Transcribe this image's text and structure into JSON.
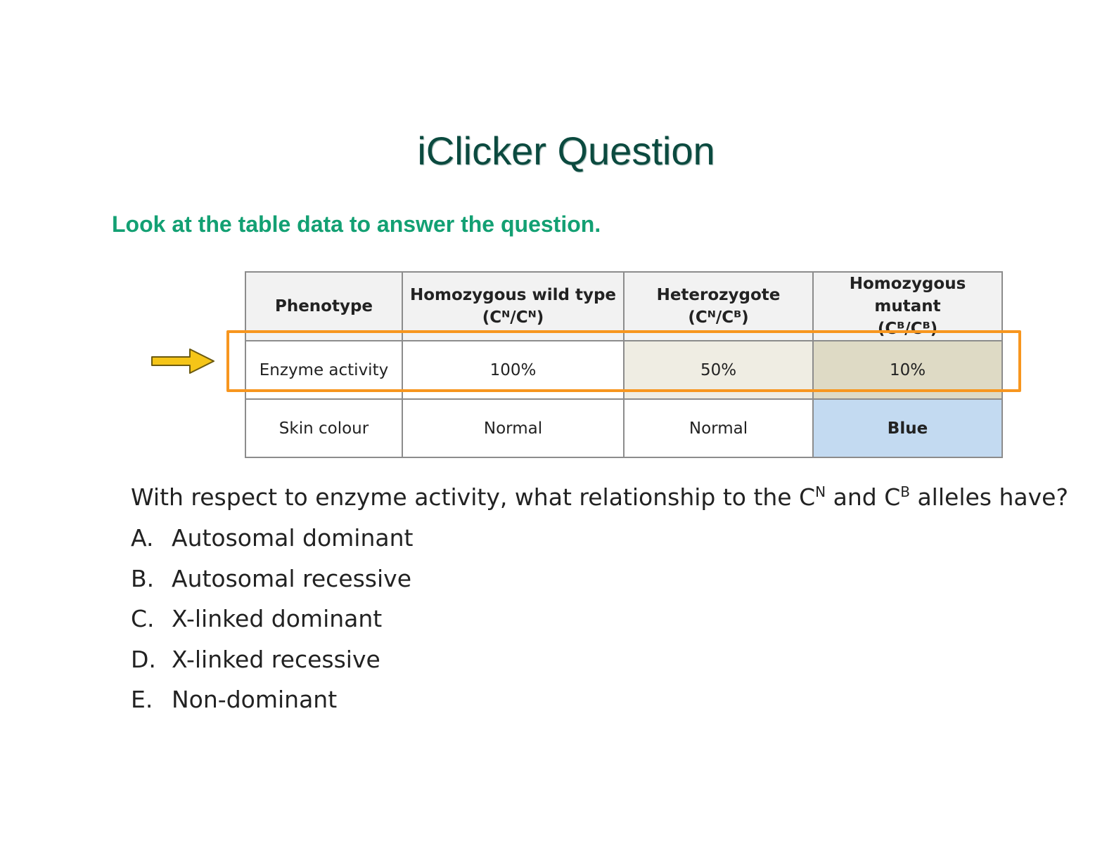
{
  "slide": {
    "title": "iClicker Question",
    "instruction": "Look at the table data to answer the question."
  },
  "table": {
    "headers": [
      {
        "line1": "Phenotype",
        "line2": ""
      },
      {
        "line1": "Homozygous wild type",
        "line2": "(Cᴺ/Cᴺ)"
      },
      {
        "line1": "Heterozygote",
        "line2": "(Cᴺ/Cᴮ)"
      },
      {
        "line1": "Homozygous mutant",
        "line2": "(Cᴮ/Cᴮ)"
      }
    ],
    "rows": [
      [
        "Enzyme activity",
        "100%",
        "50%",
        "10%"
      ],
      [
        "Skin colour",
        "Normal",
        "Normal",
        "Blue"
      ]
    ],
    "colors": {
      "header_bg": "#f2f2f2",
      "heterozygote_bg": "#efede3",
      "mutant_bg": "#dedac5",
      "blue_bg": "#c3daf1",
      "highlight_border": "#f7961f",
      "arrow_fill": "#f5c518"
    }
  },
  "question": {
    "text_before": "With respect to enzyme activity, what relationship to the C",
    "sup1": "N",
    "text_middle": " and C",
    "sup2": "B",
    "text_after": " alleles have?",
    "options": [
      {
        "letter": "A.",
        "text": "Autosomal dominant"
      },
      {
        "letter": "B.",
        "text": "Autosomal recessive"
      },
      {
        "letter": "C.",
        "text": "X-linked dominant"
      },
      {
        "letter": "D.",
        "text": "X-linked recessive"
      },
      {
        "letter": "E.",
        "text": "Non-dominant"
      }
    ]
  },
  "icons": {
    "pointer": "arrow-right-icon"
  }
}
